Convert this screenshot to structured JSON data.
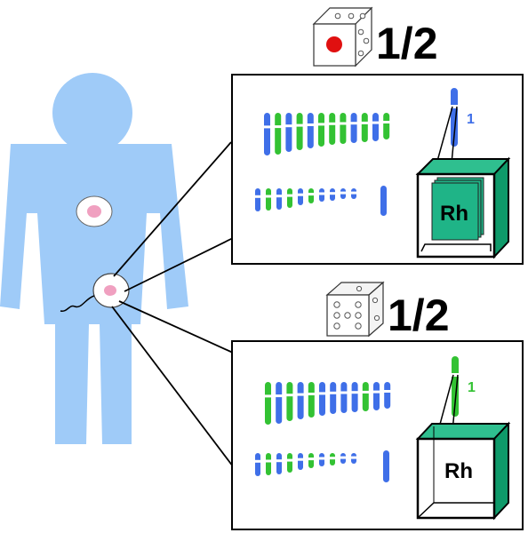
{
  "colors": {
    "body": "#9fcbf8",
    "blue": "#3f6fe8",
    "green": "#33c233",
    "teal": "#1fb487",
    "teal_dark": "#0f9a6a",
    "cell_pink": "#f0a0c0",
    "die_dot_red": "#e01010"
  },
  "top_panel": {
    "fraction": "1/2",
    "die_icon": "die-red-dot",
    "chromosome_label": "1",
    "chromosome_color": "blue",
    "gene_label": "Rh",
    "gene_box_filled": true,
    "karyotype_row1": [
      "blue",
      "green",
      "blue",
      "green",
      "blue",
      "green",
      "green",
      "green",
      "blue",
      "green",
      "blue",
      "green"
    ],
    "karyotype_row2": [
      "blue",
      "green",
      "blue",
      "green",
      "blue",
      "green",
      "blue",
      "blue",
      "blue",
      "blue"
    ]
  },
  "bottom_panel": {
    "fraction": "1/2",
    "die_icon": "die-six",
    "chromosome_label": "1",
    "chromosome_color": "green",
    "gene_label": "Rh",
    "gene_box_filled": false,
    "karyotype_row1": [
      "green",
      "blue",
      "green",
      "blue",
      "green",
      "blue",
      "blue",
      "blue",
      "blue",
      "green",
      "blue",
      "blue"
    ],
    "karyotype_row2": [
      "blue",
      "green",
      "blue",
      "green",
      "blue",
      "green",
      "blue",
      "green",
      "blue",
      "blue"
    ]
  }
}
